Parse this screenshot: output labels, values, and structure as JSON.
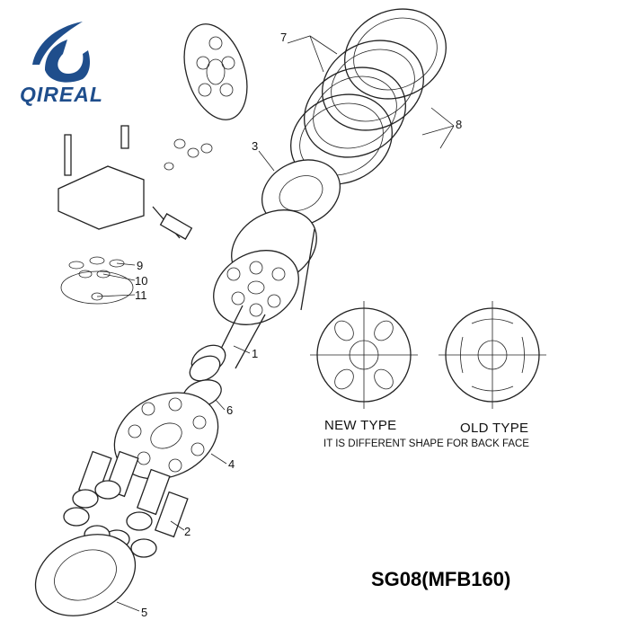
{
  "logo": {
    "brand": "QIREAL",
    "color": "#1f4e8c"
  },
  "title": "SG08(MFB160)",
  "comparison": {
    "new_type": "NEW TYPE",
    "old_type": "OLD TYPE",
    "note": "IT IS DIFFERENT SHAPE FOR BACK FACE"
  },
  "callouts": {
    "c1": "1",
    "c2": "2",
    "c3": "3",
    "c4": "4",
    "c5": "5",
    "c6": "6",
    "c7": "7",
    "c8": "8",
    "c9": "9",
    "c10": "10",
    "c11": "11"
  }
}
